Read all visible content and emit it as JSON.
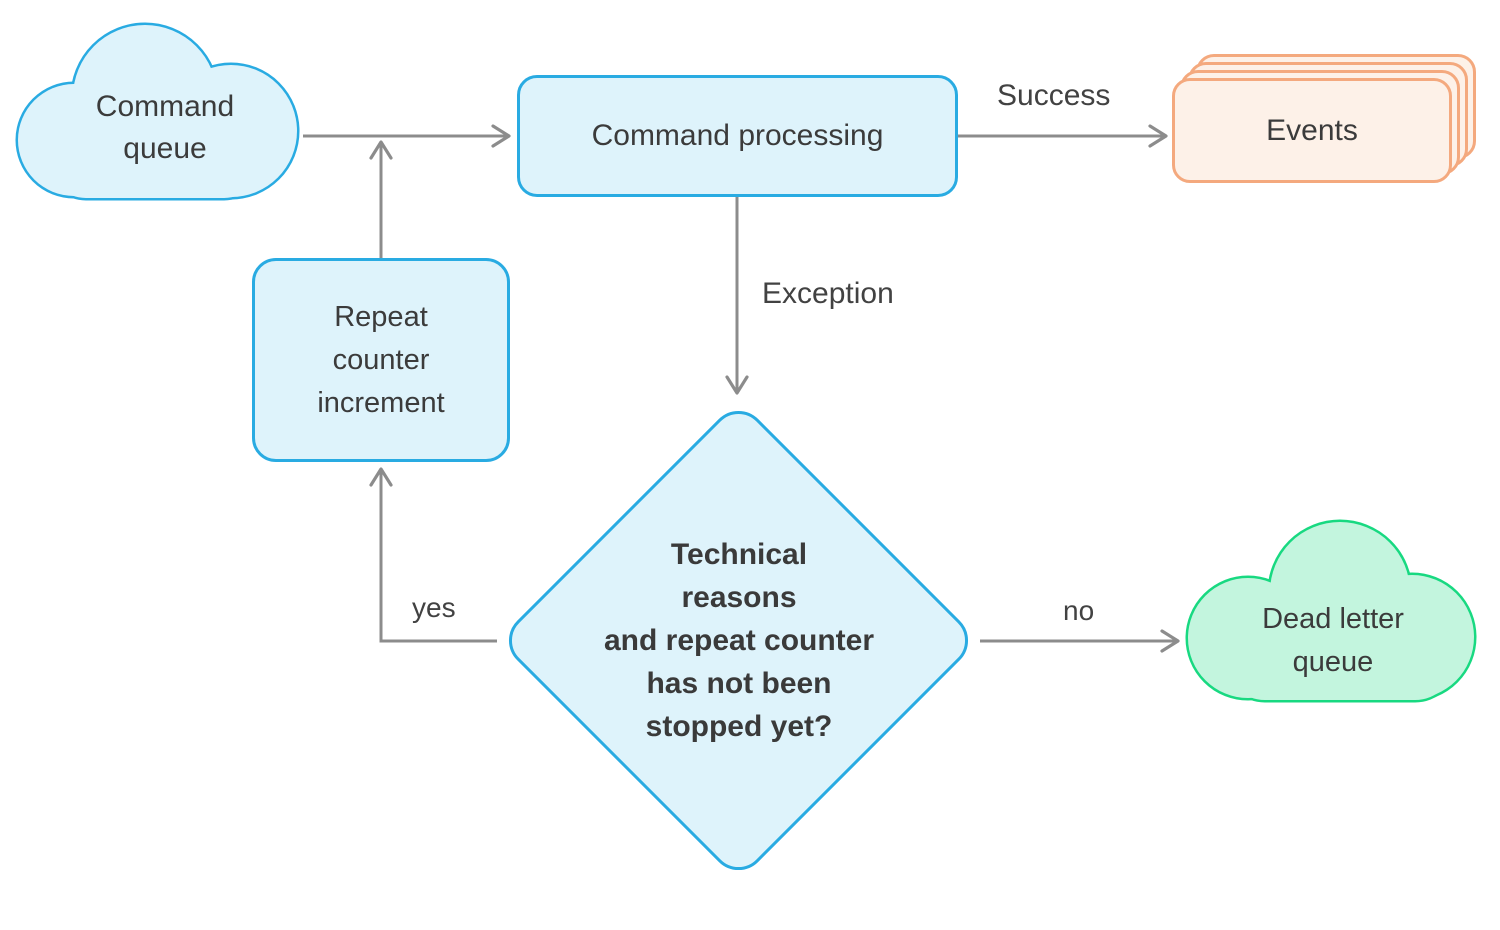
{
  "diagram": {
    "colors": {
      "node_blue_fill": "#def3fb",
      "node_blue_border": "#29abe2",
      "events_fill": "#fdf1e8",
      "events_border": "#f4a97e",
      "queue_green_fill": "#c3f5de",
      "queue_green_border": "#18d981",
      "arrow_gray": "#8c8c8c",
      "text_dark": "#3b3b3b"
    },
    "nodes": {
      "command_queue": {
        "type": "cloud",
        "label": "Command queue",
        "lines": [
          "Command",
          "queue"
        ]
      },
      "command_processing": {
        "type": "process",
        "label": "Command processing",
        "lines": [
          "Command processing"
        ]
      },
      "events": {
        "type": "stacked-cards",
        "label": "Events",
        "lines": [
          "Events"
        ],
        "stack_count": 4
      },
      "repeat_counter": {
        "type": "process",
        "label": "Repeat counter increment",
        "lines": [
          "Repeat",
          "counter",
          "increment"
        ]
      },
      "decision": {
        "type": "decision",
        "label": "Technical reasons and repeat counter has not been stopped yet?",
        "lines": [
          "Technical",
          "reasons",
          "and repeat counter",
          "has not been",
          "stopped yet?"
        ]
      },
      "dead_letter_queue": {
        "type": "cloud",
        "label": "Dead letter queue",
        "lines": [
          "Dead letter",
          "queue"
        ]
      }
    },
    "edge_labels": {
      "success": "Success",
      "exception": "Exception",
      "yes": "yes",
      "no": "no"
    }
  }
}
